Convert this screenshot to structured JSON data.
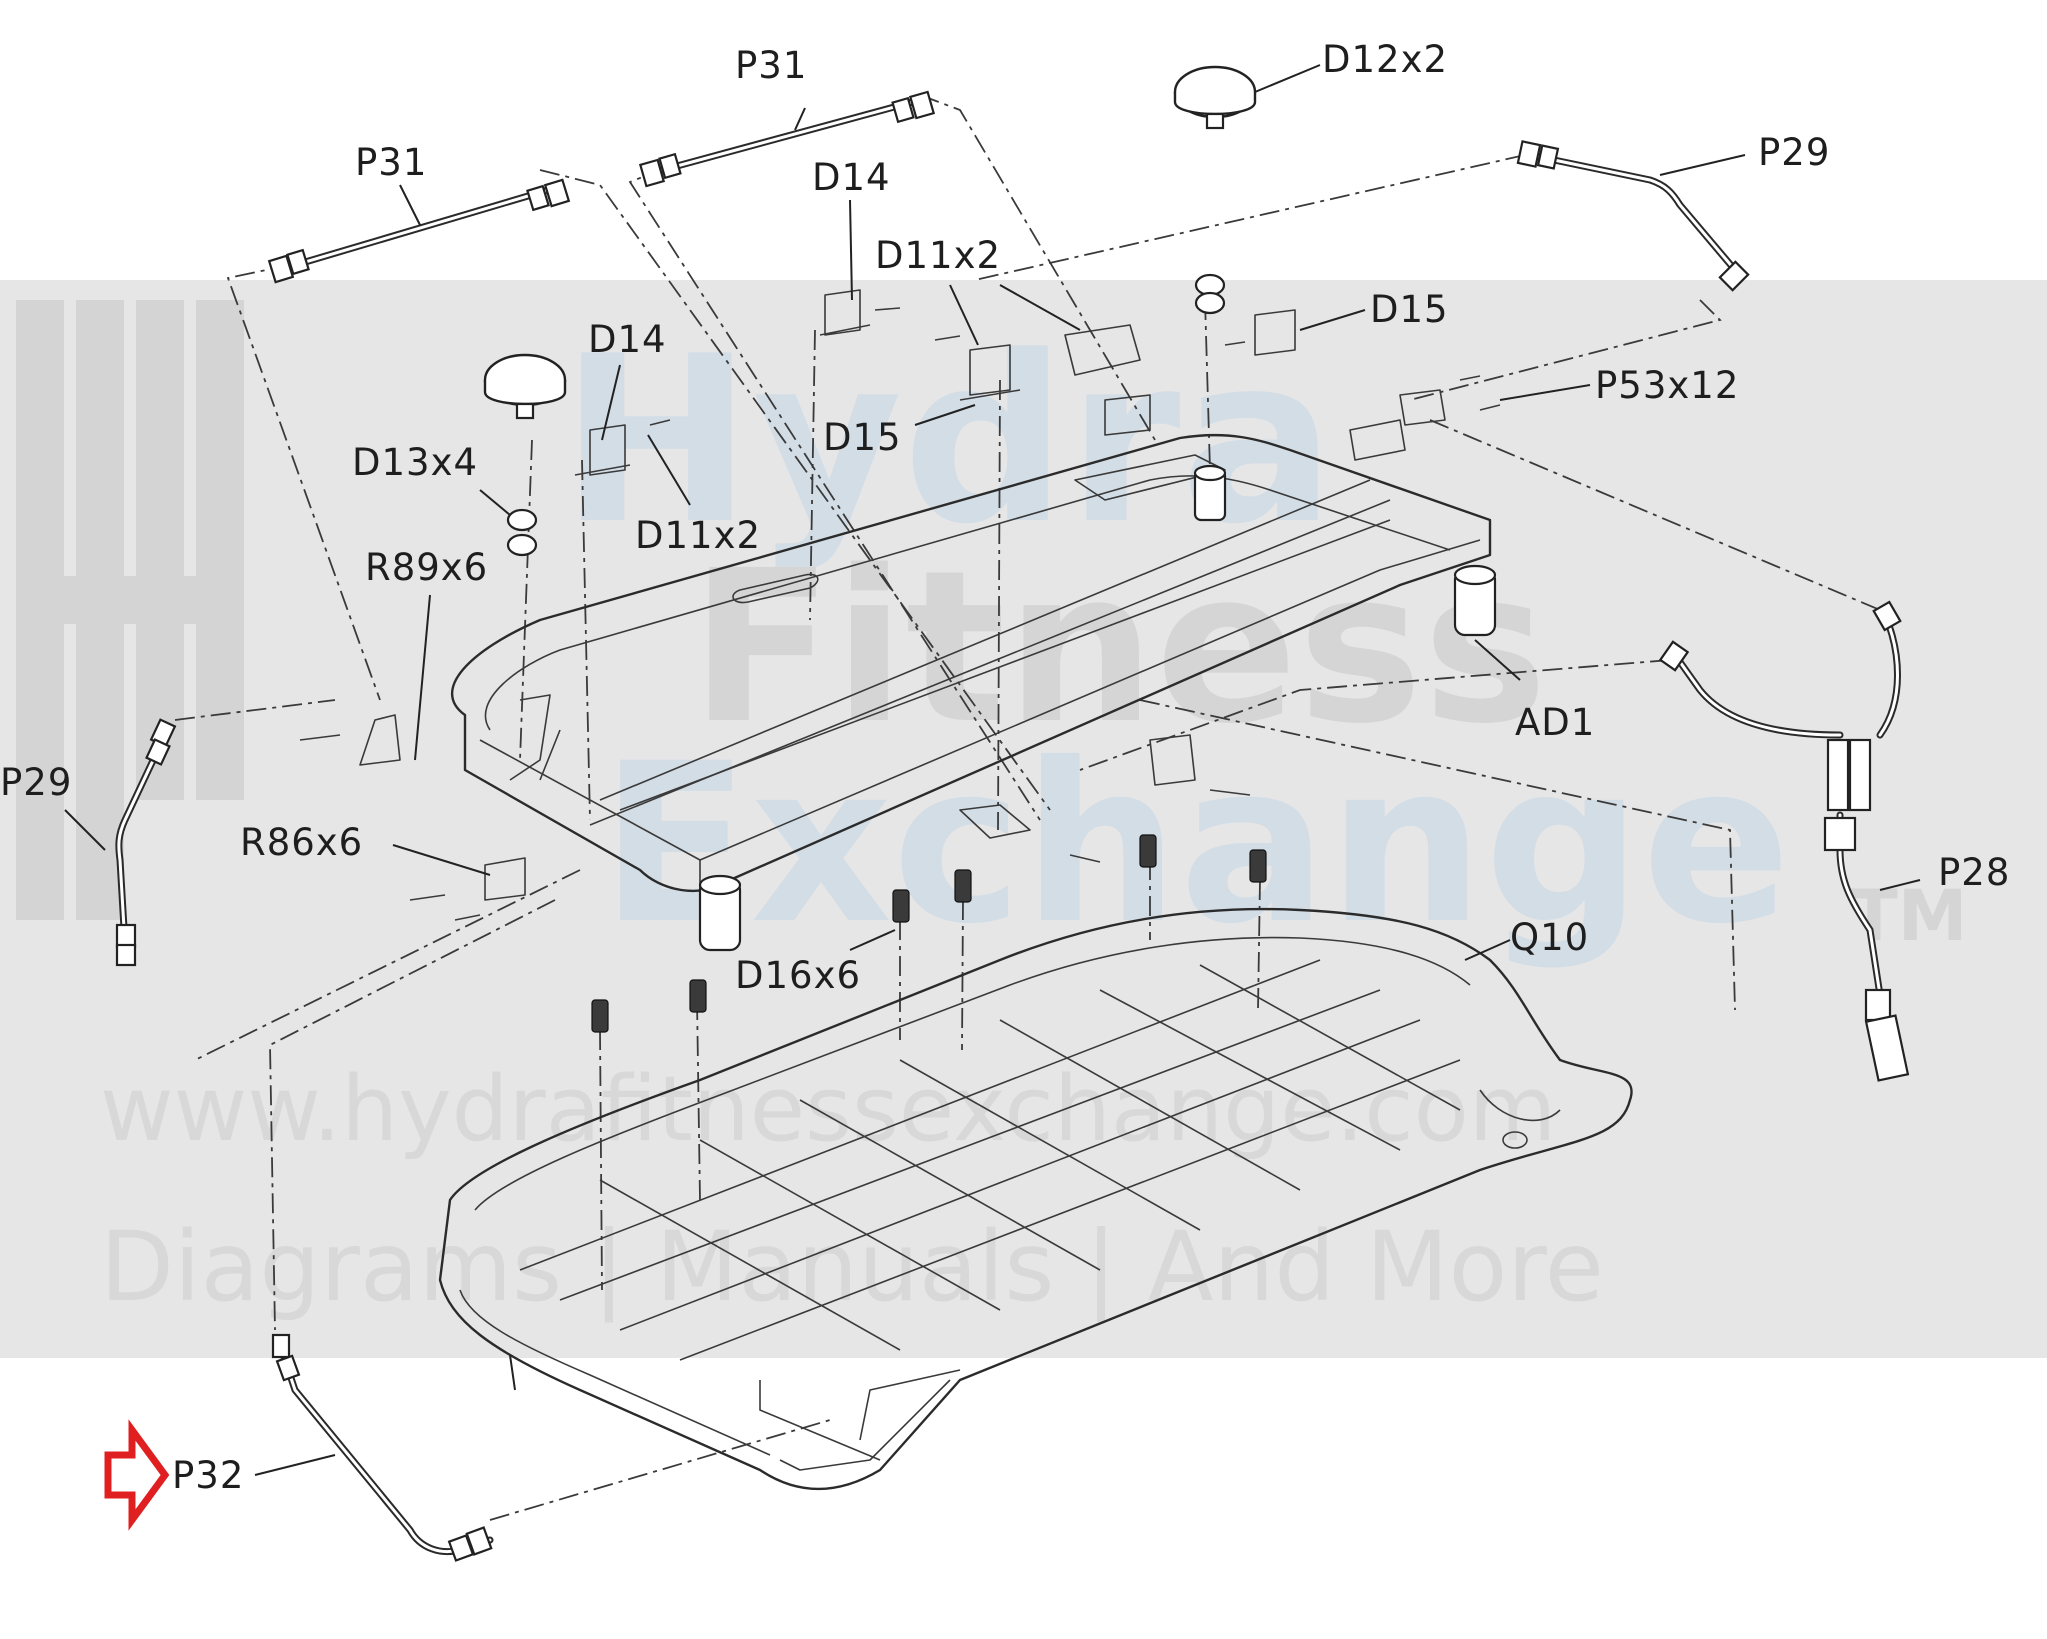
{
  "watermark": {
    "line1": "Hydra",
    "line2": "Fitness",
    "line3": "Exchange",
    "trademark": "TM",
    "url": "www.hydrafitnessexchange.com",
    "tagline": "Diagrams | Manuals | And More"
  },
  "callouts": {
    "p31_left": "P31",
    "p31_right": "P31",
    "d12": "D12x2",
    "p29_right": "P29",
    "d14_top": "D14",
    "d11_top": "D11x2",
    "d15_right": "D15",
    "p53": "P53x12",
    "d14_left": "D14",
    "d13": "D13x4",
    "d15_center": "D15",
    "d11_left": "D11x2",
    "r89": "R89x6",
    "ad1": "AD1",
    "p29_left": "P29",
    "r86": "R86x6",
    "p28": "P28",
    "q10": "Q10",
    "d16": "D16x6",
    "p32": "P32"
  },
  "highlight": {
    "color": "#e02020",
    "target_icon": "arrow-right-icon"
  }
}
